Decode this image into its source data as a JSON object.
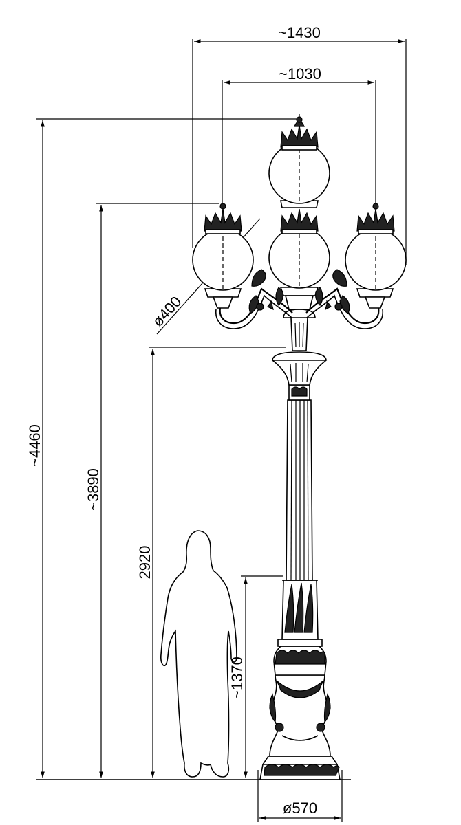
{
  "dimensions": {
    "overall_width": "~1430",
    "inner_width": "~1030",
    "total_height": "~4460",
    "arm_height": "~3890",
    "post_height": "2920",
    "base_height": "~1370",
    "globe_diameter": "ø400",
    "base_diameter": "ø570"
  }
}
